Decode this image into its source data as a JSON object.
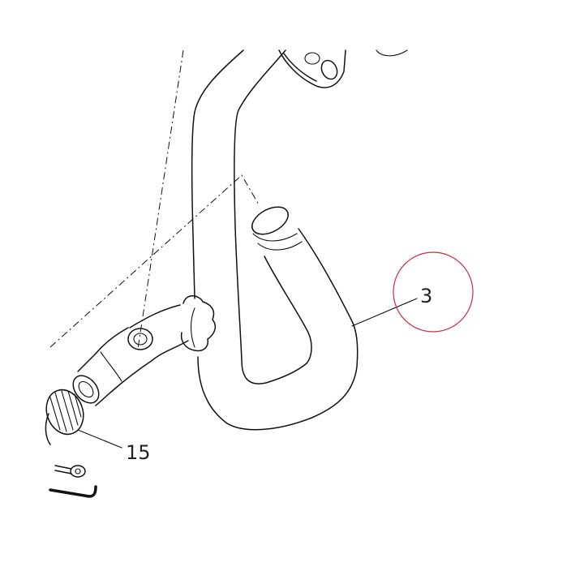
{
  "callouts": [
    {
      "id": "3",
      "label": "3"
    },
    {
      "id": "15",
      "label": "15"
    }
  ],
  "colors": {
    "line": "#111111",
    "highlight_circle": "#cc2b3c",
    "background": "#ffffff"
  }
}
